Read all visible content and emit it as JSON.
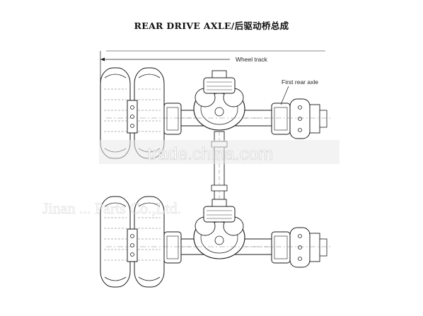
{
  "title": "REAR DRIVE AXLE/后驱动桥总成",
  "labels": {
    "wheel_track": "Wheel track",
    "first_rear_axle": "First rear axle"
  },
  "watermark": {
    "main": "trade.china.com",
    "sub": "Jinan ... Parts Co.,Ltd."
  },
  "colors": {
    "line": "#1a1a1a",
    "background": "#ffffff",
    "watermark_band": "#e8e8e8"
  }
}
